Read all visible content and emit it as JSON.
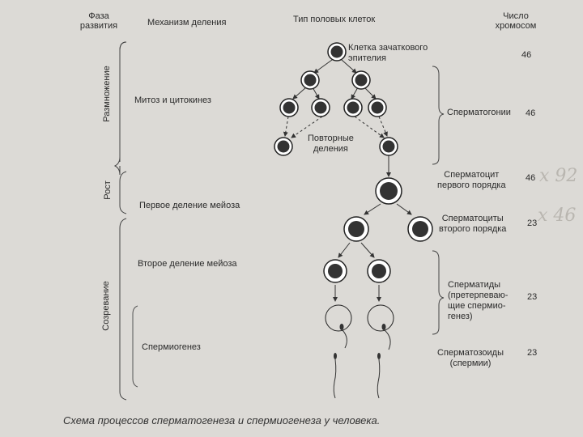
{
  "headers": {
    "phase": "Фаза\nразвития",
    "mechanism": "Механизм деления",
    "cell_type": "Тип половых клеток",
    "chromosomes": "Число\nхромосом"
  },
  "phases": {
    "reproduction": "Размножение",
    "growth": "Рост",
    "maturation": "Созревание"
  },
  "mechanisms": {
    "mitosis": "Митоз и цитокинез",
    "meiosis1": "Первое деление мейоза",
    "meiosis2": "Второе деление мейоза",
    "spermiogenesis": "Спермиогенез"
  },
  "cells": {
    "germ_epithelium": "Клетка зачаткового\nэпителия",
    "repeated": "Повторные\nделения",
    "spermatogonia": "Сперматогонии",
    "spermatocyte1": "Сперматоцит\nпервого порядка",
    "spermatocytes2": "Сперматоциты\nвторого порядка",
    "spermatids": "Сперматиды\n(претерпеваю-\nщие спермио-\nгенез)",
    "spermatozoa": "Сперматозоиды\n(спермии)"
  },
  "chromosomes": {
    "epithelium": "46",
    "spermatogonia": "46",
    "spermatocyte1": "46",
    "spermatocytes2": "23",
    "spermatids": "23",
    "spermatozoa": "23"
  },
  "handwriting": {
    "n1": "х 92",
    "n2": "х 46"
  },
  "caption": "Схема процессов сперматогенеза и спермиогенеза у человека."
}
